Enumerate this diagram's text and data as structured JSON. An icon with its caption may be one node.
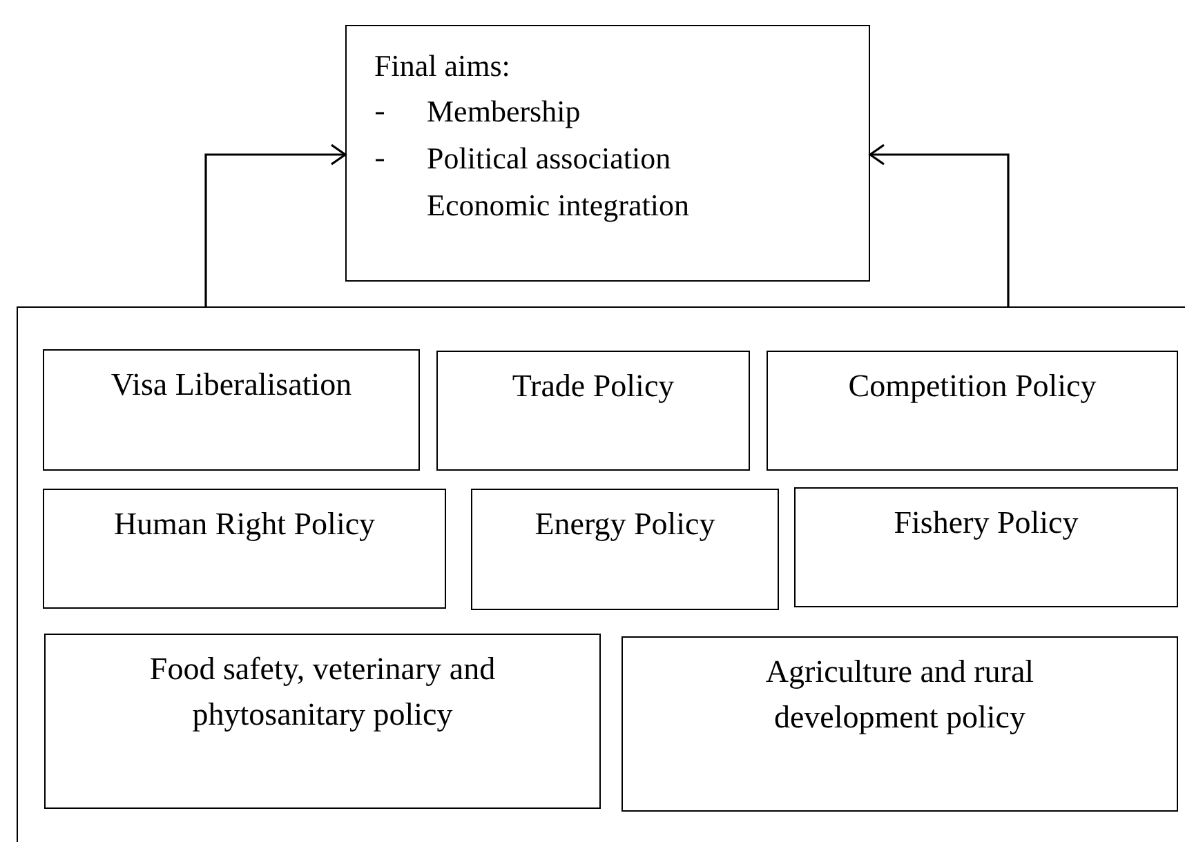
{
  "diagram": {
    "nodes": [
      {
        "text": [
          "Final aims:",
          "Membership",
          "Political association Economic integration"
        ]
      },
      {
        "text": [],
        "shape": "box"
      },
      {
        "text": [
          "Visa Liberalisation"
        ],
        "in": 1
      },
      {
        "text": [
          "Trade Policy"
        ],
        "in": 1
      },
      {
        "text": [
          "Competition Policy"
        ],
        "in": 1
      },
      {
        "text": [
          "Human Right Policy"
        ],
        "in": 1
      },
      {
        "text": [
          "Energy Policy"
        ],
        "in": 1
      },
      {
        "text": [
          "Fishery Policy"
        ],
        "in": 1
      },
      {
        "text": [
          "Food safety, veterinary and phytosanitary policy"
        ],
        "in": 1
      },
      {
        "text": [
          "Agriculture and rural development policy"
        ],
        "in": 1
      }
    ],
    "edges": [
      {
        "from": 1,
        "to": 0,
        "arrow": "to"
      },
      {
        "from": 1,
        "to": 0,
        "arrow": "to"
      }
    ]
  }
}
